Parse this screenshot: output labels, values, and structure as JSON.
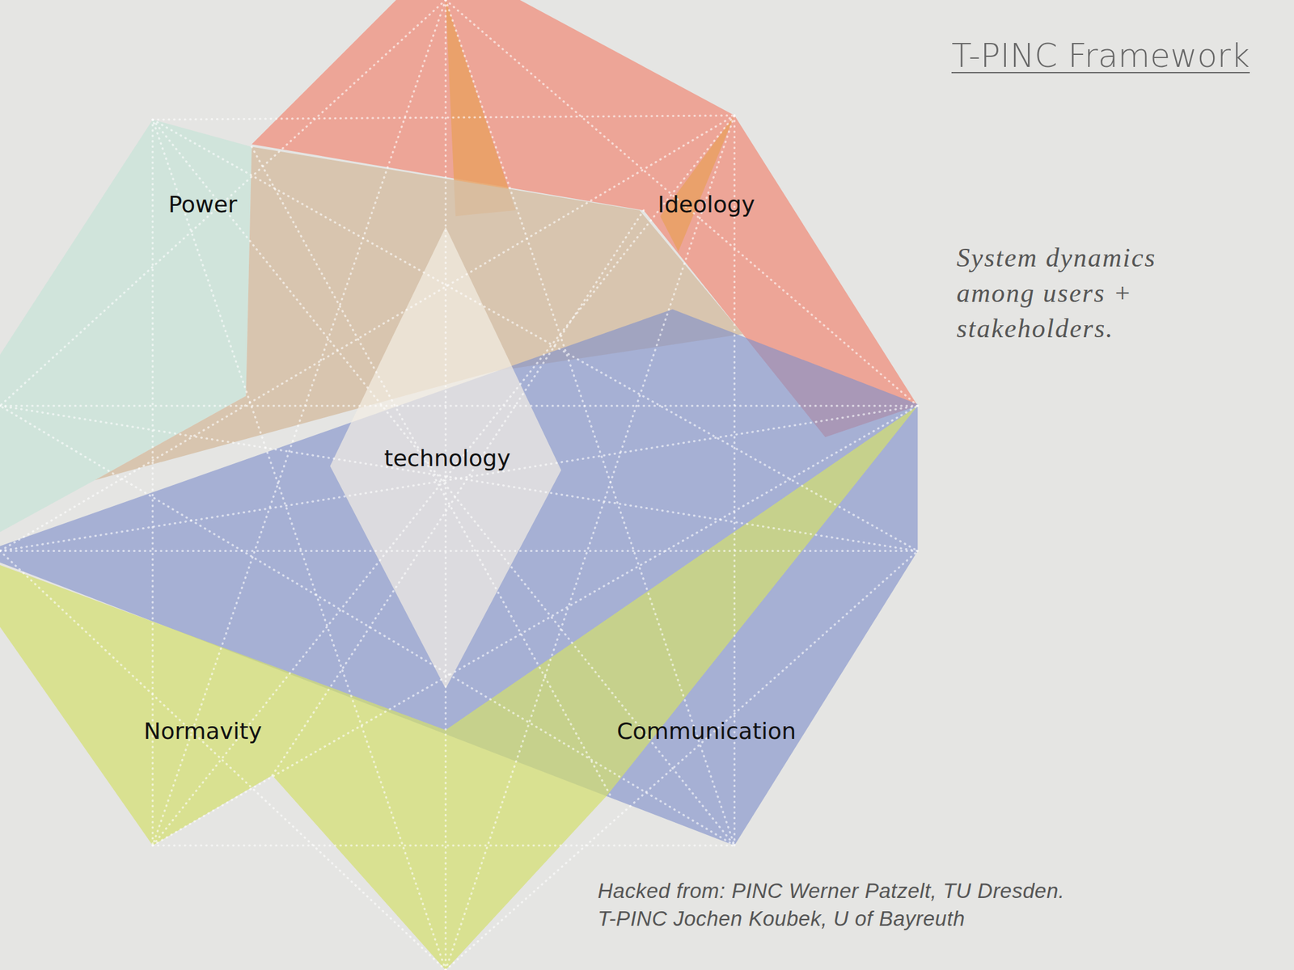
{
  "diagram": {
    "title": "T-PINC Framework",
    "nodes": [
      {
        "text": [
          "Power"
        ]
      },
      {
        "text": [
          "Ideology"
        ]
      },
      {
        "text": [
          "technology"
        ]
      },
      {
        "text": [
          "Normavity"
        ]
      },
      {
        "text": [
          "Communication"
        ]
      }
    ],
    "labels": [
      "System dynamics among users + stakeholders.",
      "Hacked from: PINC Werner Patzelt, TU Dresden.",
      "T-PINC Jochen Koubek, U of Bayreuth"
    ]
  }
}
